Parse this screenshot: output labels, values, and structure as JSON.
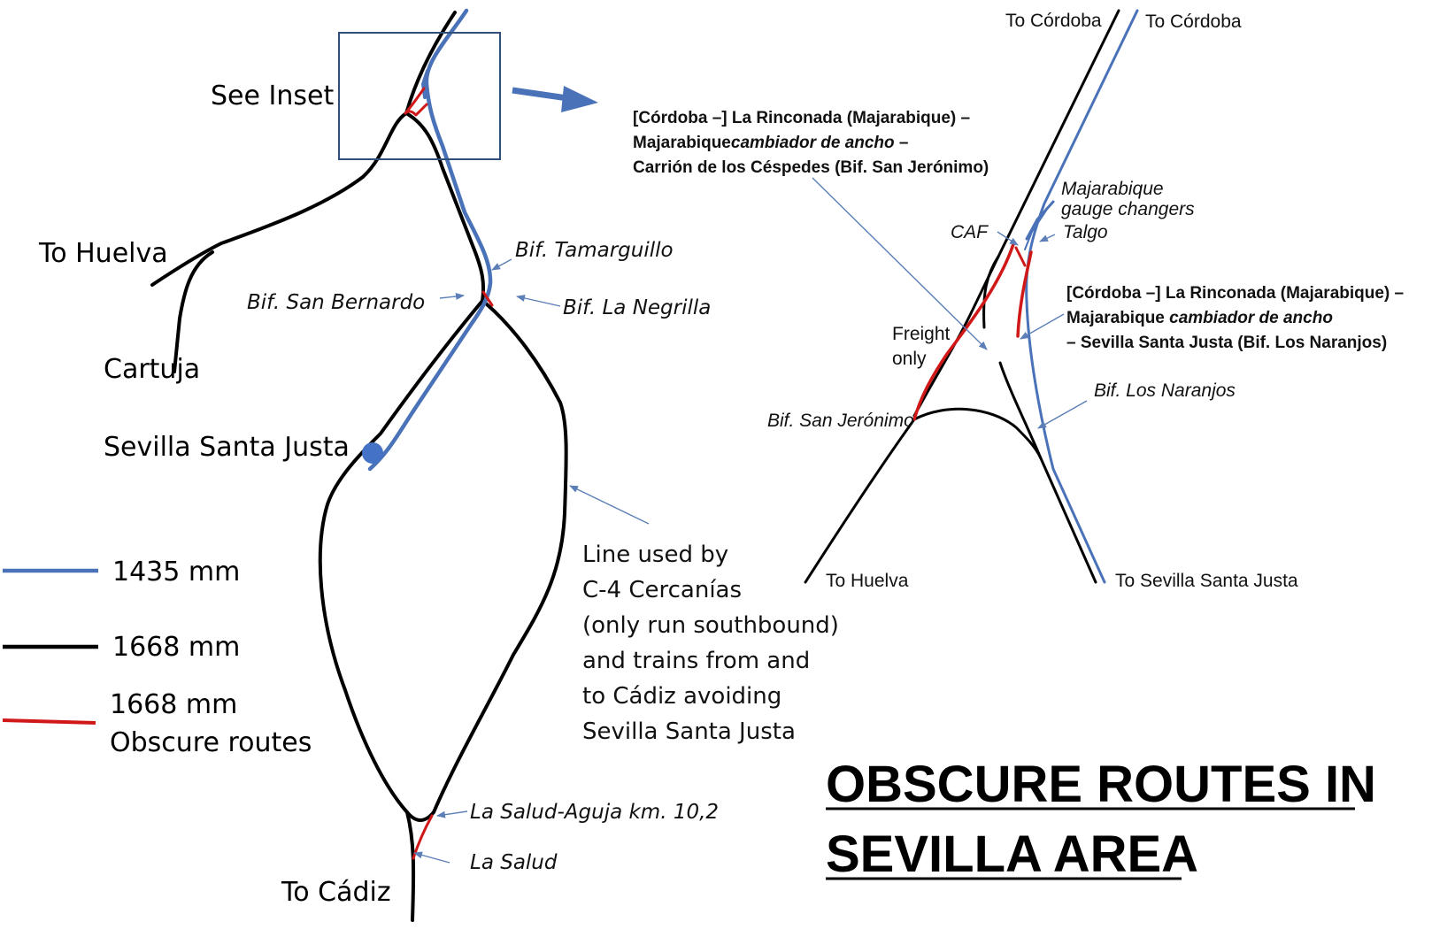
{
  "colors": {
    "standard_gauge": "#4a72b8",
    "iberian_gauge": "#000000",
    "obscure_route": "#d01818",
    "pointer": "#5b7fb6",
    "station_dot": "#4472c4"
  },
  "main_map": {
    "see_inset": "See Inset",
    "to_huelva": "To Huelva",
    "cartuja": "Cartuja",
    "santa_justa": "Sevilla Santa Justa",
    "to_cadiz": "To Cádiz",
    "bif_tamarguillo": "Bif. Tamarguillo",
    "bif_san_bernardo": "Bif. San Bernardo",
    "bif_la_negrilla": "Bif. La Negrilla",
    "la_salud_aguja": "La Salud-Aguja km. 10,2",
    "la_salud": "La Salud",
    "c4_note": [
      "Line used by",
      "C-4 Cercanías",
      "(only run southbound)",
      "and trains from and",
      "to Cádiz avoiding",
      "Sevilla Santa Justa"
    ]
  },
  "legend": {
    "standard": "1435 mm",
    "iberian": "1668 mm",
    "obscure_1": "1668 mm",
    "obscure_2": "Obscure routes"
  },
  "inset": {
    "to_cordoba_left": "To Córdoba",
    "to_cordoba_right": "To Córdoba",
    "route1": [
      "[Córdoba –] La Rinconada (Majarabique) –",
      "Majarabique",
      "cambiador de ancho",
      " –",
      "Carrión de los Céspedes (Bif. San Jerónimo)"
    ],
    "gauge_changers": [
      "Majarabique",
      "gauge changers"
    ],
    "caf": "CAF",
    "talgo": "Talgo",
    "route2": [
      "[Córdoba –] La Rinconada (Majarabique) –",
      "Majarabique",
      "cambiador de ancho",
      "– Sevilla Santa Justa (Bif. Los Naranjos)"
    ],
    "freight_only": [
      "Freight",
      "only"
    ],
    "bif_san_jeronimo": "Bif. San Jerónimo",
    "bif_los_naranjos": "Bif. Los Naranjos",
    "to_huelva": "To Huelva",
    "to_santa_justa": "To Sevilla Santa Justa"
  },
  "title": [
    "OBSCURE ROUTES IN",
    "SEVILLA  AREA"
  ]
}
